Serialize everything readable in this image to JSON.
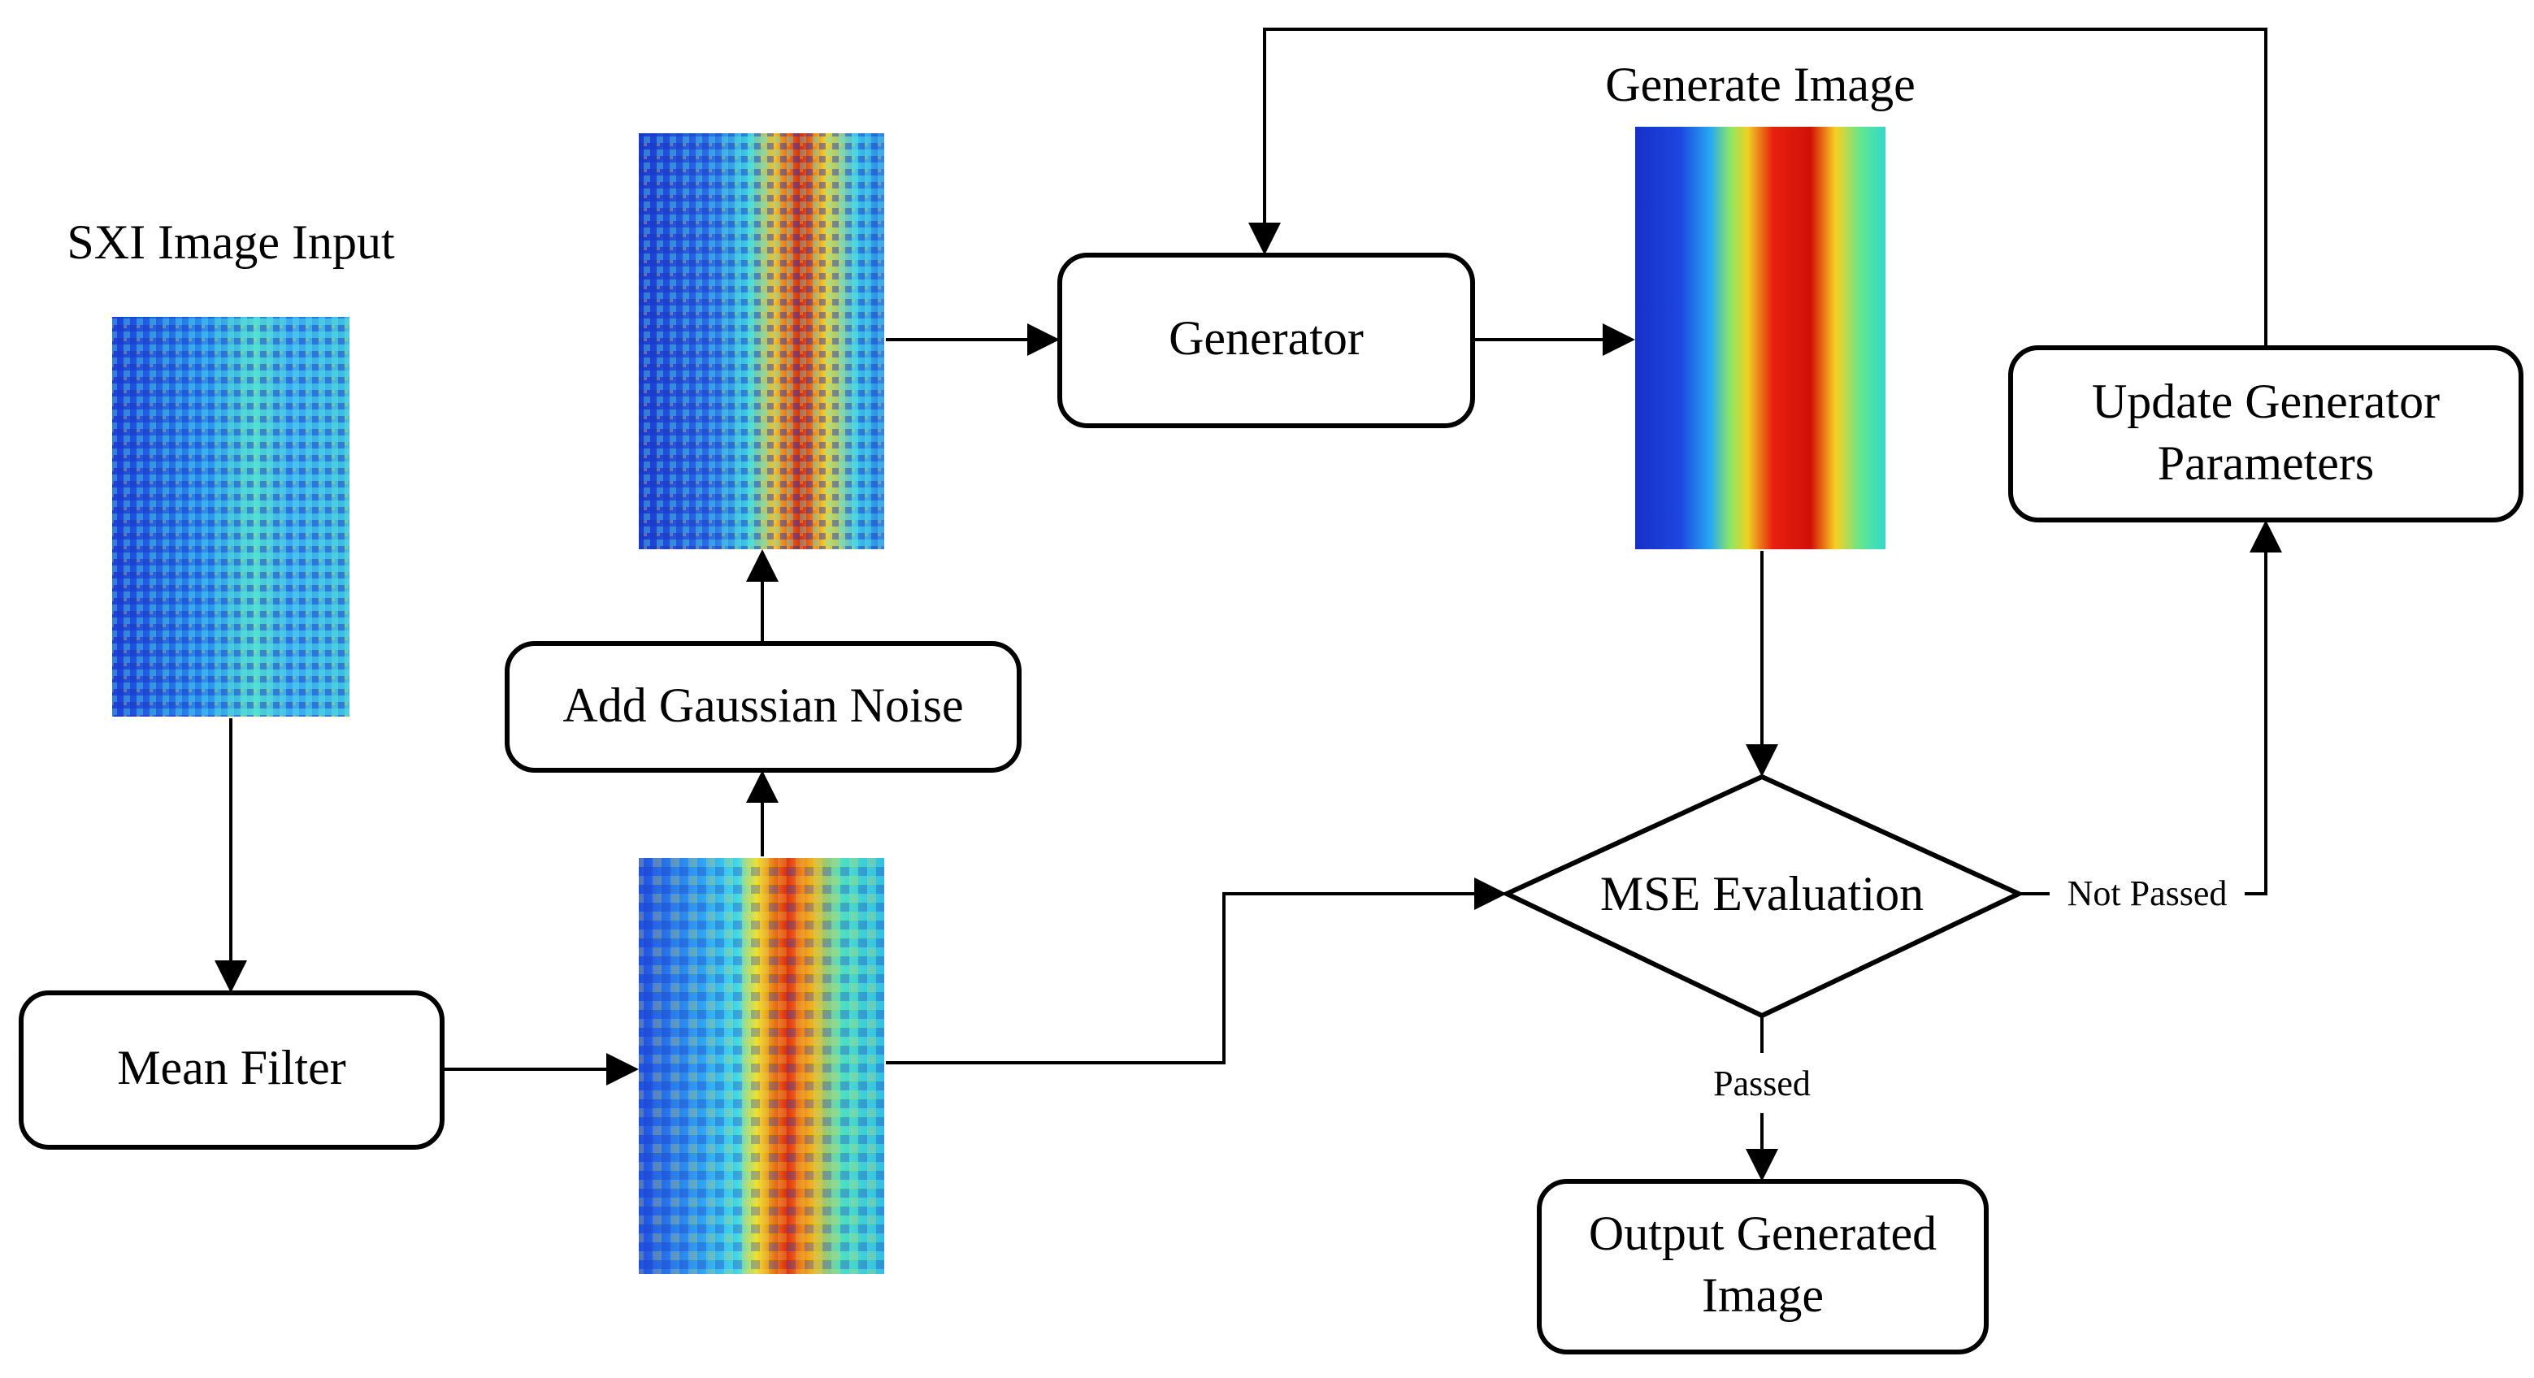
{
  "labels": {
    "sxi_input": "SXI Image Input",
    "generate_image": "Generate Image",
    "passed": "Passed",
    "not_passed": "Not Passed"
  },
  "nodes": {
    "mean_filter": "Mean Filter",
    "add_noise": "Add Gaussian Noise",
    "generator": "Generator",
    "update_params": [
      "Update Generator",
      "Parameters"
    ],
    "mse": "MSE Evaluation",
    "output": [
      "Output Generated",
      "Image"
    ]
  },
  "colors": {
    "line": "#000000",
    "heatmap_low": "#1f3fd8",
    "heatmap_mid": "#2fd8d0",
    "heatmap_high": "#e01a0a"
  },
  "icons": {
    "image_panels": "jet-colormap-heatmap"
  }
}
